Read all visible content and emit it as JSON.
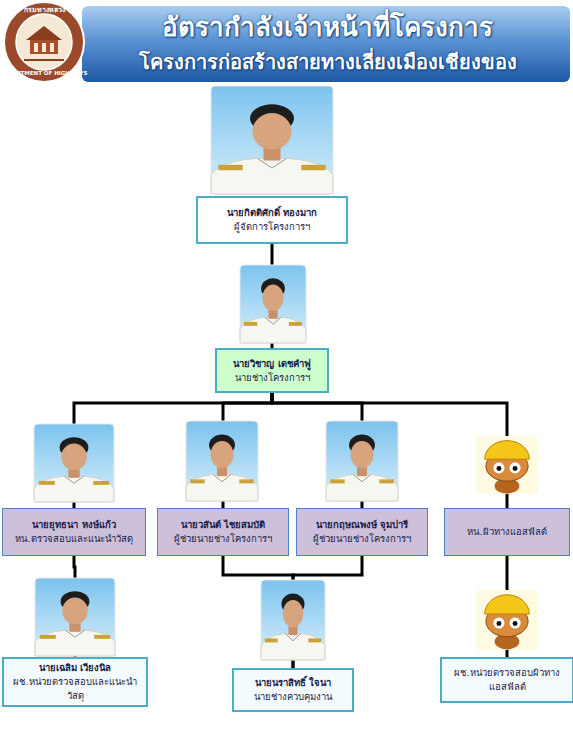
{
  "diagram": {
    "title": "อัตรากำลังเจ้าหน้าที่โครงการ",
    "nodes": [
      {
        "text": [
          "นายกิตติศักดิ์ ทองมาก",
          "ผู้จัดการโครงการฯ"
        ]
      },
      {
        "text": [
          "นายวิชาญ เดชคำฟู",
          "นายช่างโครงการฯ"
        ]
      },
      {
        "text": [
          "นายยุทธนา หงษ์แก้ว",
          "หน.ตรวจสอบและแนะนำวัสดุ"
        ]
      },
      {
        "text": [
          "นายวสันต์ ไชยสมบัติ",
          "ผู้ช่วยนายช่างโครงการฯ"
        ]
      },
      {
        "text": [
          "นายกฤษณพงษ์ จุมปารี",
          "ผู้ช่วยนายช่างโครงการฯ"
        ]
      },
      {
        "text": [
          "หน.ผิวทางแอสฟัลต์"
        ]
      },
      {
        "text": [
          "นายเฉลิม เวียงนิล",
          "ผช.หน่วยตรวจสอบและแนะนำวัสดุ"
        ]
      },
      {
        "text": [
          "นายนราสิทธิ์ ใจนา",
          "นายช่างควบคุมงาน"
        ]
      },
      {
        "text": [
          "ผช.หน่วยตรวจสอบผิวทางแอสฟัลต์"
        ]
      }
    ],
    "edges": [
      {
        "from": 0,
        "to": 1,
        "arrow": "none"
      },
      {
        "from": 1,
        "to": 2,
        "arrow": "none"
      },
      {
        "from": 1,
        "to": 3,
        "arrow": "none"
      },
      {
        "from": 1,
        "to": 4,
        "arrow": "none"
      },
      {
        "from": 1,
        "to": 5,
        "arrow": "none"
      },
      {
        "from": 2,
        "to": 6,
        "arrow": "none"
      },
      {
        "from": 3,
        "to": 7,
        "arrow": "none"
      },
      {
        "from": 4,
        "to": 7,
        "arrow": "none"
      },
      {
        "from": 5,
        "to": 8,
        "arrow": "none"
      }
    ],
    "labels": [
      "กรมทางหลวง",
      "DEPARTMENT OF HIGHWAYS",
      "โครงการก่อสร้างสายทางเลี่ยงเมืองเชียงของ"
    ]
  }
}
